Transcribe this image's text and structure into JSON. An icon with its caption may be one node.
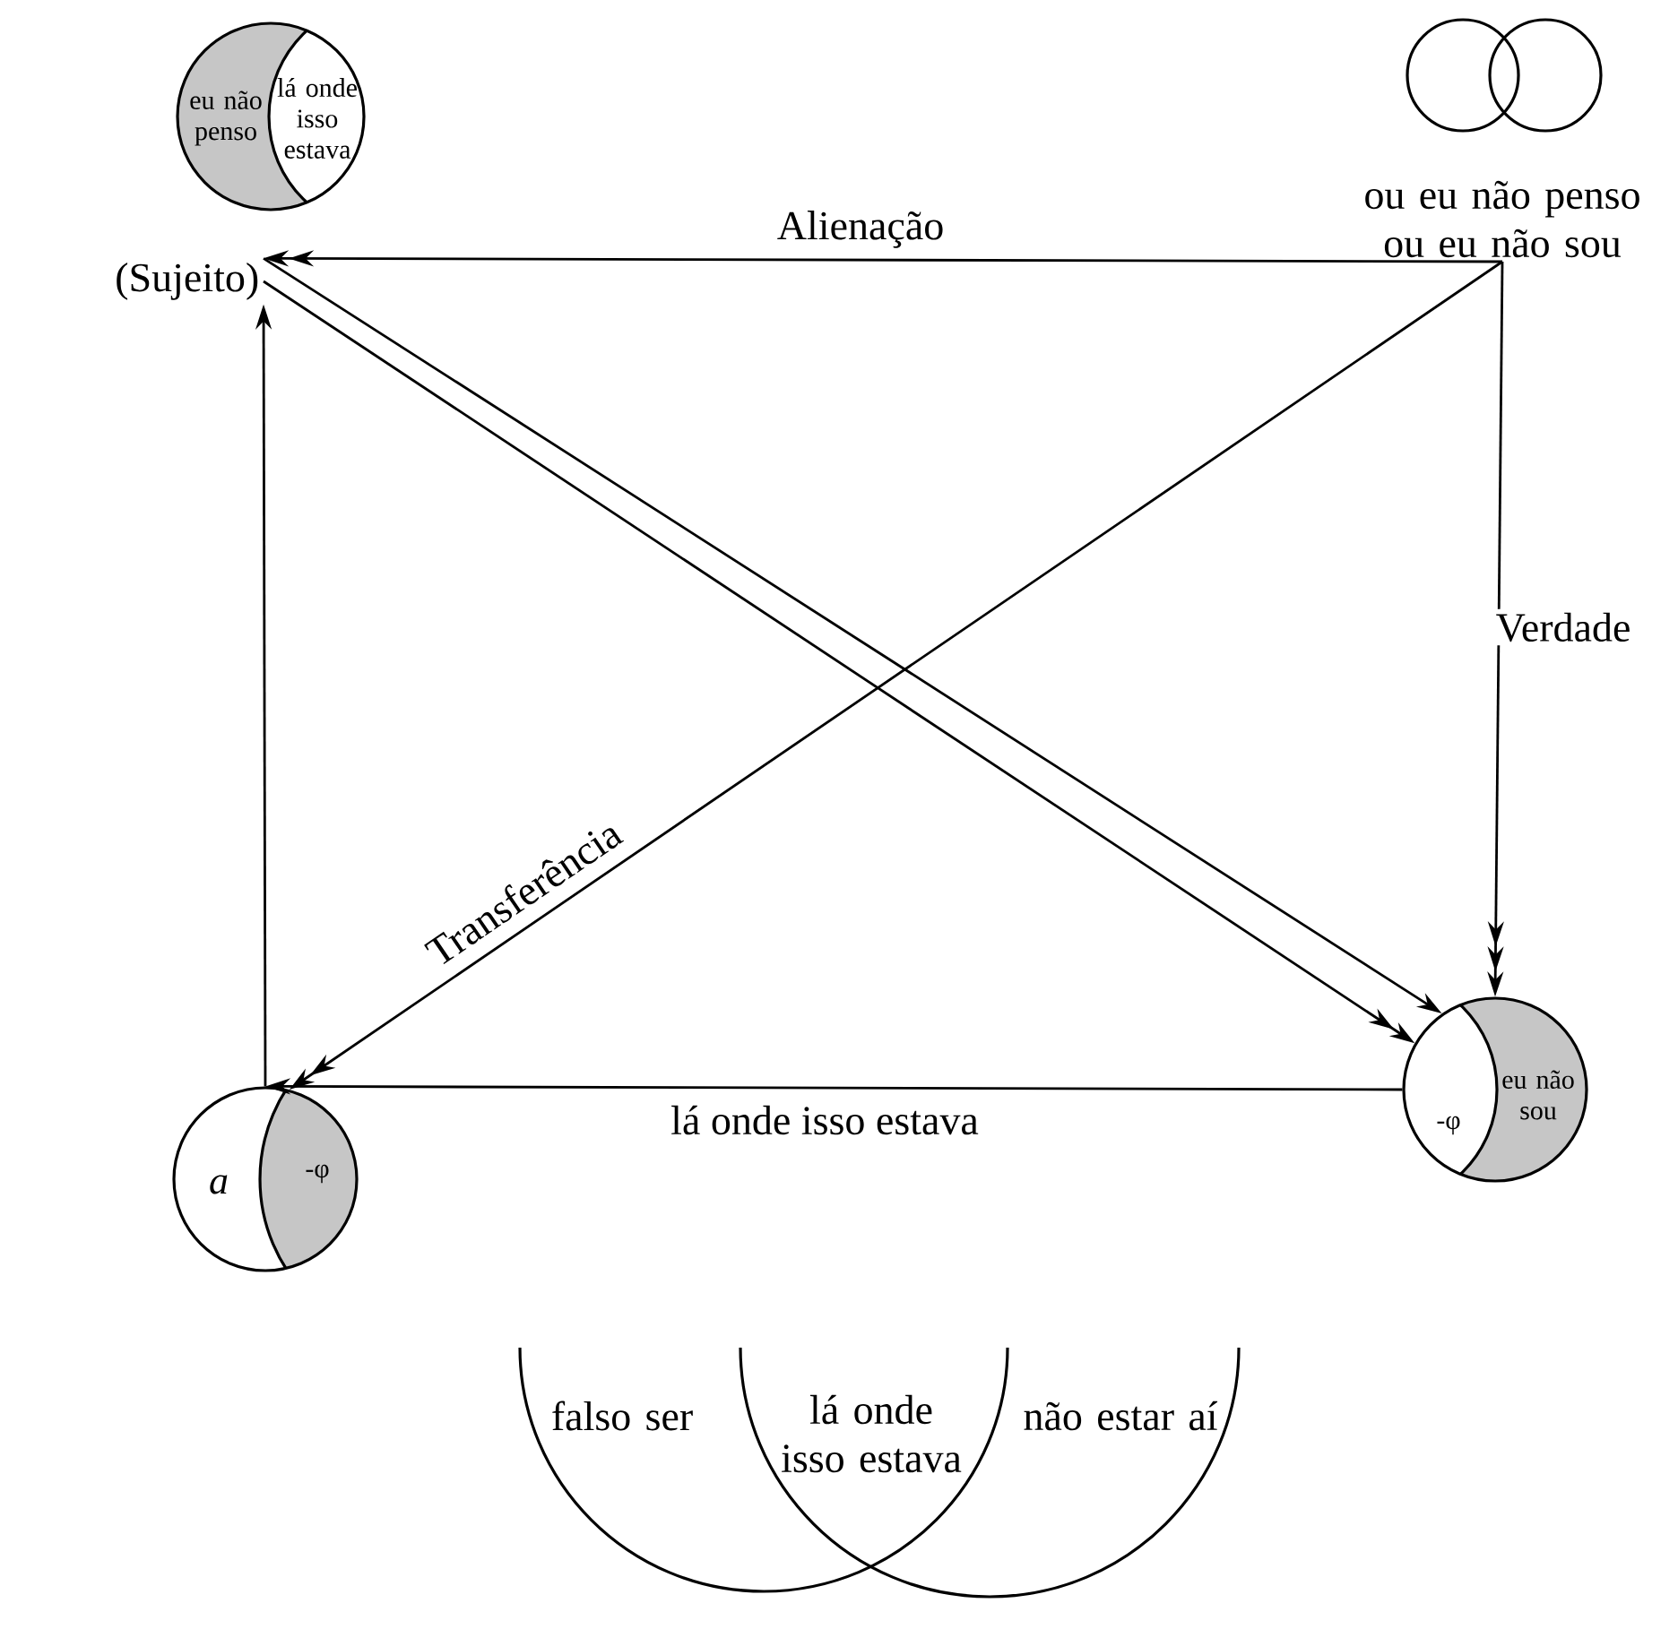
{
  "diagram": {
    "nodes": [
      {
        "text": [
          "eu não penso",
          "lá onde isso estava"
        ]
      },
      {
        "text": [
          "(Sujeito)"
        ]
      },
      {
        "text": [
          "ou eu não penso ou eu não sou"
        ]
      },
      {
        "text": [
          "-φ",
          "eu não sou"
        ]
      },
      {
        "text": [
          "a",
          "-φ"
        ]
      },
      {
        "text": [
          "falso ser",
          "lá onde isso estava",
          "não estar aí"
        ]
      }
    ],
    "edges": [
      {
        "from": 2,
        "to": 1,
        "arrow": "to",
        "label": "Alienação"
      },
      {
        "from": 4,
        "to": 1,
        "arrow": "to"
      },
      {
        "from": 2,
        "to": 3,
        "arrow": "to",
        "label": "Verdade"
      },
      {
        "from": 2,
        "to": 4,
        "arrow": "to",
        "label": "Transferência"
      },
      {
        "from": 1,
        "to": 3,
        "arrow": "to"
      },
      {
        "from": 1,
        "to": 3,
        "arrow": "to"
      },
      {
        "from": 3,
        "to": 4,
        "arrow": "to",
        "label": "lá onde isso estava"
      }
    ]
  }
}
